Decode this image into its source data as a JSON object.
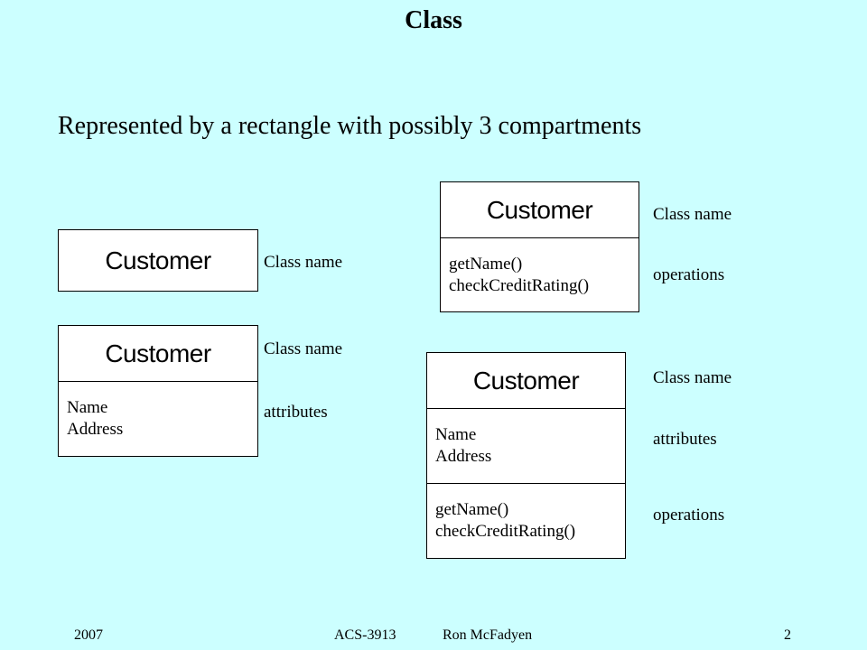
{
  "slide": {
    "title": "Class",
    "subtitle": "Represented by a rectangle with possibly 3 compartments"
  },
  "diagrams": {
    "name_only": {
      "class_name": "Customer",
      "labels": {
        "name": "Class name"
      }
    },
    "name_attributes": {
      "class_name": "Customer",
      "attributes": [
        "Name",
        "Address"
      ],
      "labels": {
        "name": "Class name",
        "attributes": "attributes"
      }
    },
    "name_operations": {
      "class_name": "Customer",
      "operations": [
        "getName()",
        "checkCreditRating()"
      ],
      "labels": {
        "name": "Class name",
        "operations": "operations"
      }
    },
    "full": {
      "class_name": "Customer",
      "attributes": [
        "Name",
        "Address"
      ],
      "operations": [
        "getName()",
        "checkCreditRating()"
      ],
      "labels": {
        "name": "Class name",
        "attributes": "attributes",
        "operations": "operations"
      }
    }
  },
  "footer": {
    "year": "2007",
    "course": "ACS-3913",
    "author": "Ron McFadyen",
    "page": "2"
  }
}
